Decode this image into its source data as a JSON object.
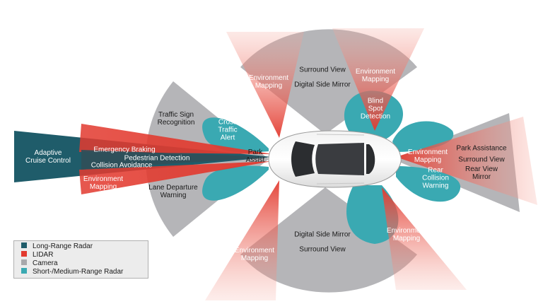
{
  "colors": {
    "long_range_radar": "#1f5c6a",
    "lidar": "#e23a2f",
    "camera": "#a8a8ab",
    "short_medium_radar": "#3aa9b2"
  },
  "legend": [
    {
      "label": "Long-Range Radar",
      "color": "#1f5c6a"
    },
    {
      "label": "LIDAR",
      "color": "#e23a2f"
    },
    {
      "label": "Camera",
      "color": "#a8a8ab"
    },
    {
      "label": "Short-/Medium-Range Radar",
      "color": "#3aa9b2"
    }
  ],
  "labels": {
    "adaptive_cruise": "Adaptive\nCruise Control",
    "emergency_braking": "Emergency Braking",
    "pedestrian_detection": "Pedestrian Detection",
    "collision_avoidance": "Collision Avoidance",
    "env_mapping_left": "Environment\nMapping",
    "traffic_sign": "Traffic Sign\nRecognition",
    "cross_traffic": "Cross\nTraffic\nAlert",
    "park_assist_front": "Park\nAssist",
    "lane_departure": "Lane Departure\nWarning",
    "env_mapping_top_left": "Environment\nMapping",
    "surround_view_top": "Surround View",
    "digital_side_mirror_top": "Digital Side Mirror",
    "env_mapping_top_right": "Environment\nMapping",
    "blind_spot": "Blind\nSpot\nDetection",
    "env_mapping_rear": "Environment\nMapping",
    "rear_collision": "Rear\nCollision\nWarning",
    "park_assistance_rear": "Park Assistance",
    "surround_view_rear": "Surround View",
    "rear_view_mirror": "Rear View\nMirror",
    "digital_side_mirror_bottom": "Digital Side Mirror",
    "surround_view_bottom": "Surround View",
    "env_mapping_bottom_left": "Environment\nMapping",
    "env_mapping_bottom_right": "Environment\nMapping"
  }
}
